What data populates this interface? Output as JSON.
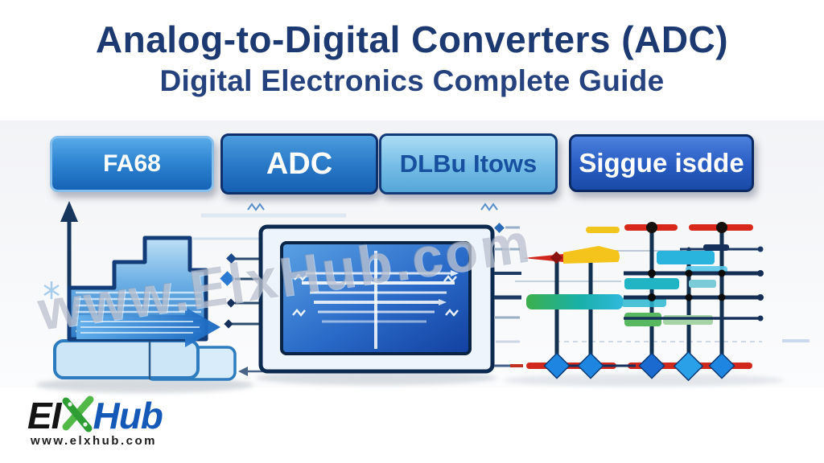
{
  "header": {
    "title": "Analog-to-Digital Converters (ADC)",
    "subtitle": "Digital Electronics Complete Guide"
  },
  "nav": {
    "buttons": [
      {
        "label": "FA68"
      },
      {
        "label": "ADC"
      },
      {
        "label": "DLBu Itows"
      },
      {
        "label": "Siggue isdde"
      }
    ]
  },
  "watermark": {
    "text": "www.ElxHub.com"
  },
  "footer": {
    "logo_ei": "EI",
    "logo_hub": "Hub",
    "website": "www.elxhub.com"
  },
  "icons": {
    "staircase-signal-icon": "stepped analog waveform with vertical axis arrow and right arrow",
    "adc-monitor-icon": "monitor screen showing horizontal signal lines",
    "digital-output-chart-icon": "abstract digital timing chart with colored bars and stems",
    "logo-x-icon": "green crossed tools forming letter X"
  },
  "colors": {
    "title_navy": "#1c3972",
    "button_blue": "#1f67c0",
    "button_light_blue": "#7fc4ee",
    "button_dark_blue": "#1d53b4",
    "logo_green": "#3fae3a",
    "logo_blue": "#1459b8",
    "chart_red": "#d0281c",
    "chart_yellow": "#f2c41e",
    "chart_cyan": "#28b4dc",
    "chart_teal": "#1cb0a8",
    "chart_green": "#58b860",
    "stem_navy": "#123050"
  }
}
